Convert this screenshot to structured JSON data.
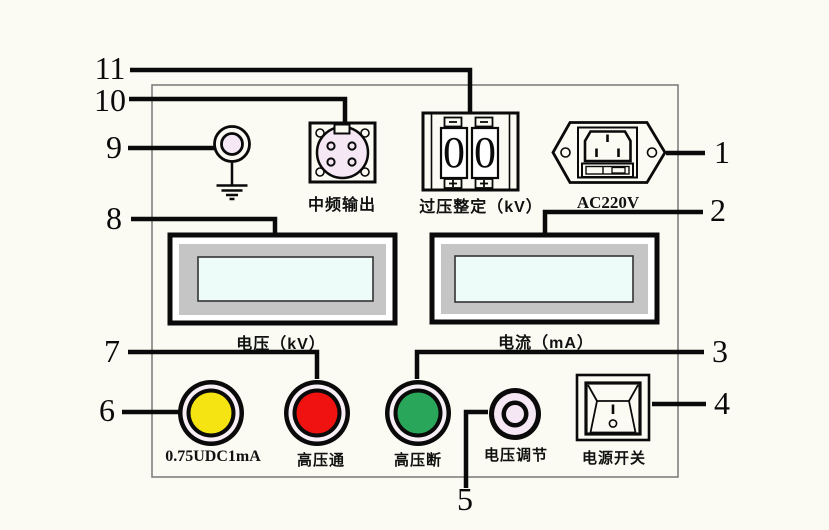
{
  "figure": {
    "type": "high-voltage-test-device-front-panel-diagram",
    "background": "#FBFBF3"
  },
  "callouts": {
    "c1": "1",
    "c2": "2",
    "c3": "3",
    "c4": "4",
    "c5": "5",
    "c6": "6",
    "c7": "7",
    "c8": "8",
    "c9": "9",
    "c10": "10",
    "c11": "11"
  },
  "labels": {
    "mf_output": "中频输出",
    "overvoltage": "过压整定（kV）",
    "ac_inlet": "AC220V",
    "voltage_meter": "电压（kV）",
    "current_meter": "电流（mA）",
    "lamp_yellow": "0.75UDC1mA",
    "lamp_red": "高压通",
    "lamp_green": "高压断",
    "voltage_knob": "电压调节",
    "power_switch": "电源开关"
  },
  "overvoltage_setting": {
    "digit_left": "0",
    "digit_right": "0"
  },
  "colors": {
    "lamp_yellow": "#F5E312",
    "lamp_red": "#F01111",
    "lamp_green": "#2AA65B",
    "display_cyan": "#EDFBF9",
    "meter_frame_gray": "#C5C5C5",
    "connector_pink": "#F6E7F4",
    "ring_gap_pink": "#F8EFF6",
    "line_black": "#0A0A0A"
  }
}
